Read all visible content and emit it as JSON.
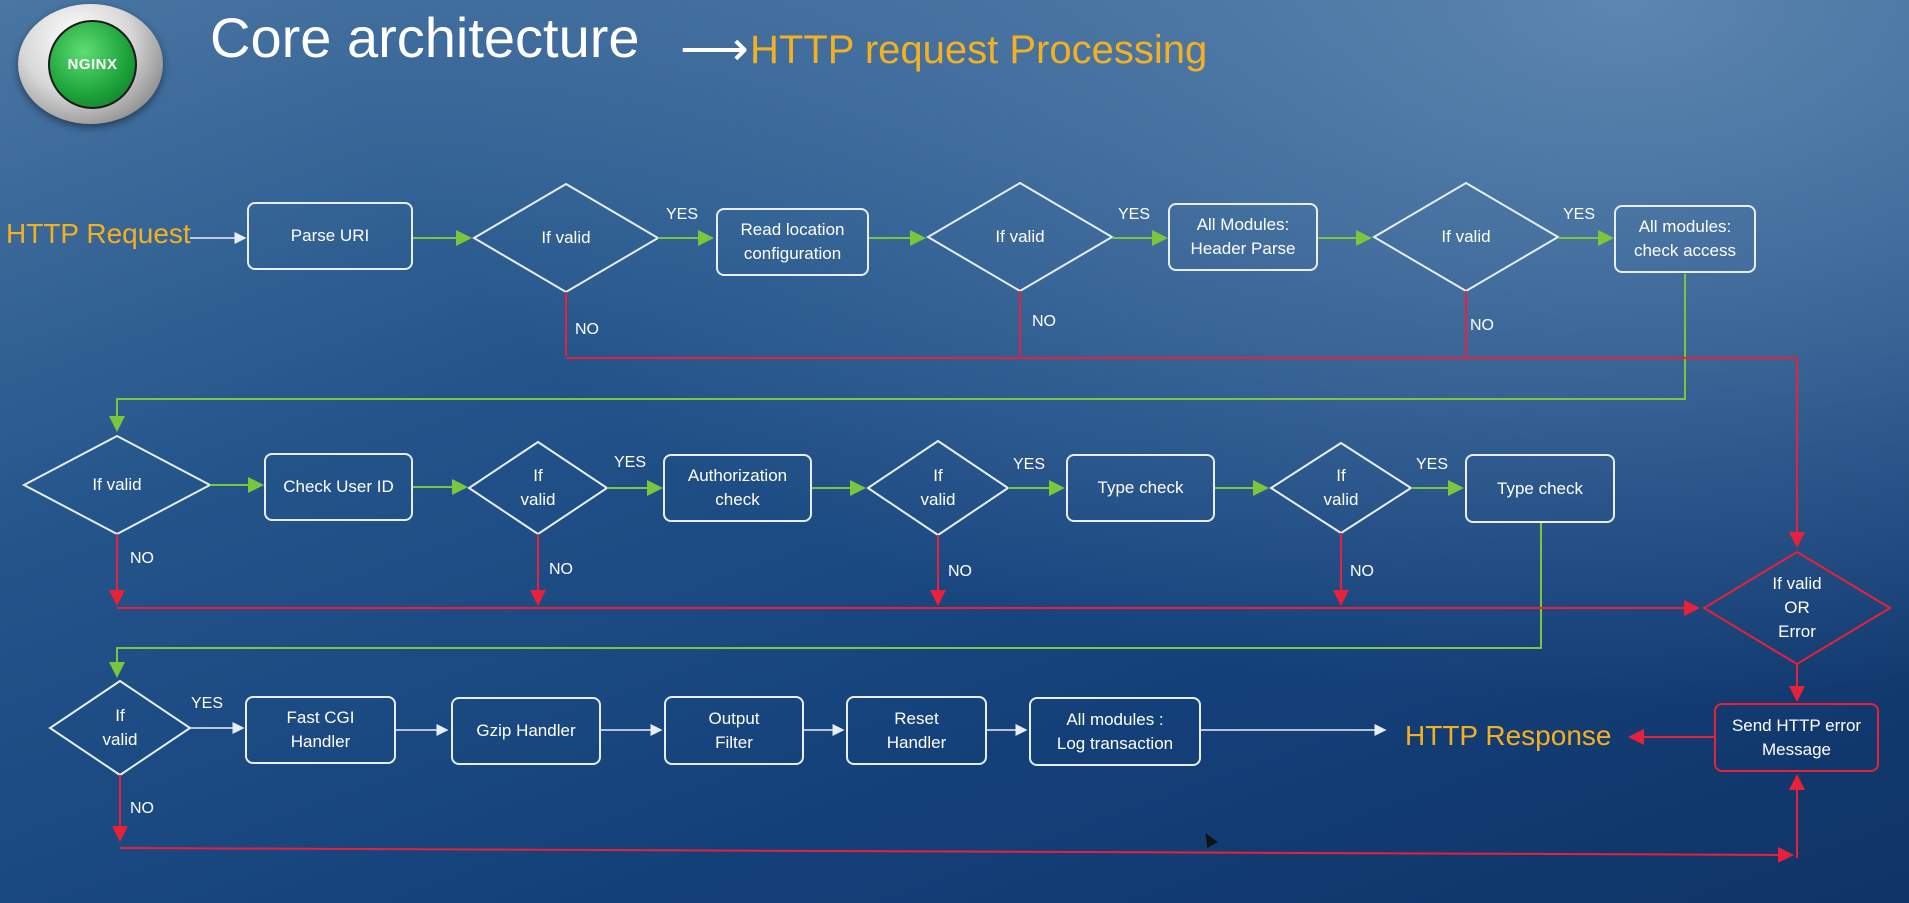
{
  "header": {
    "title": "Core architecture",
    "arrow": "⟶",
    "subtitle": "HTTP request Processing",
    "logo_text": "NGINX"
  },
  "colors": {
    "flow_line": "#7cc63e",
    "error_line": "#e8203a",
    "box_border": "#e8eef5",
    "accent_orange": "#f5b020"
  },
  "diagram": {
    "input": "HTTP Request",
    "output": "HTTP Response",
    "row1": {
      "parse_uri": "Parse URI",
      "if_valid_1": "If valid",
      "read_location": "Read location\nconfiguration",
      "if_valid_2": "If valid",
      "header_parse": "All Modules:\nHeader Parse",
      "if_valid_3": "If valid",
      "check_access": "All modules:\ncheck access"
    },
    "row2": {
      "if_valid_4": "If valid",
      "check_user_id": "Check User ID",
      "if_valid_5": "If\nvalid",
      "authorization_check": "Authorization\ncheck",
      "if_valid_6": "If\nvalid",
      "type_check_1": "Type check",
      "if_valid_7": "If\nvalid",
      "type_check_2": "Type check"
    },
    "row3": {
      "if_valid_8": "If\nvalid",
      "fastcgi": "Fast CGI\nHandler",
      "gzip": "Gzip Handler",
      "output_filter": "Output\nFilter",
      "reset": "Reset\nHandler",
      "log": "All modules :\nLog transaction"
    },
    "error": {
      "decision": "If valid\nOR\nError",
      "send": "Send HTTP error\nMessage"
    },
    "labels": {
      "yes": "YES",
      "no": "NO"
    }
  }
}
